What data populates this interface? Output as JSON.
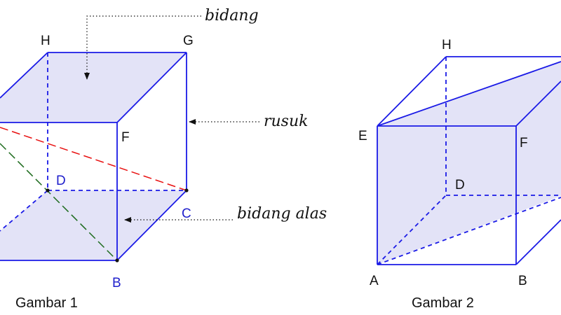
{
  "colors": {
    "edge": "#1a1ae6",
    "face_fill": "#e3e3f7",
    "diag_red": "#e81010",
    "diag_green": "#1d6b1d",
    "label_dark": "#111111",
    "label_blue": "#2020cc",
    "pointer": "#111111"
  },
  "figure1": {
    "caption": "Gambar 1",
    "vertices": {
      "H": "H",
      "G": "G",
      "F": "F",
      "D": "D",
      "C": "C",
      "B": "B"
    },
    "annotations": {
      "bidang": "bidang",
      "rusuk": "rusuk",
      "bidang_alas": "bidang alas"
    }
  },
  "figure2": {
    "caption": "Gambar 2",
    "vertices": {
      "H": "H",
      "E": "E",
      "F": "F",
      "D": "D",
      "A": "A",
      "B": "B"
    }
  }
}
